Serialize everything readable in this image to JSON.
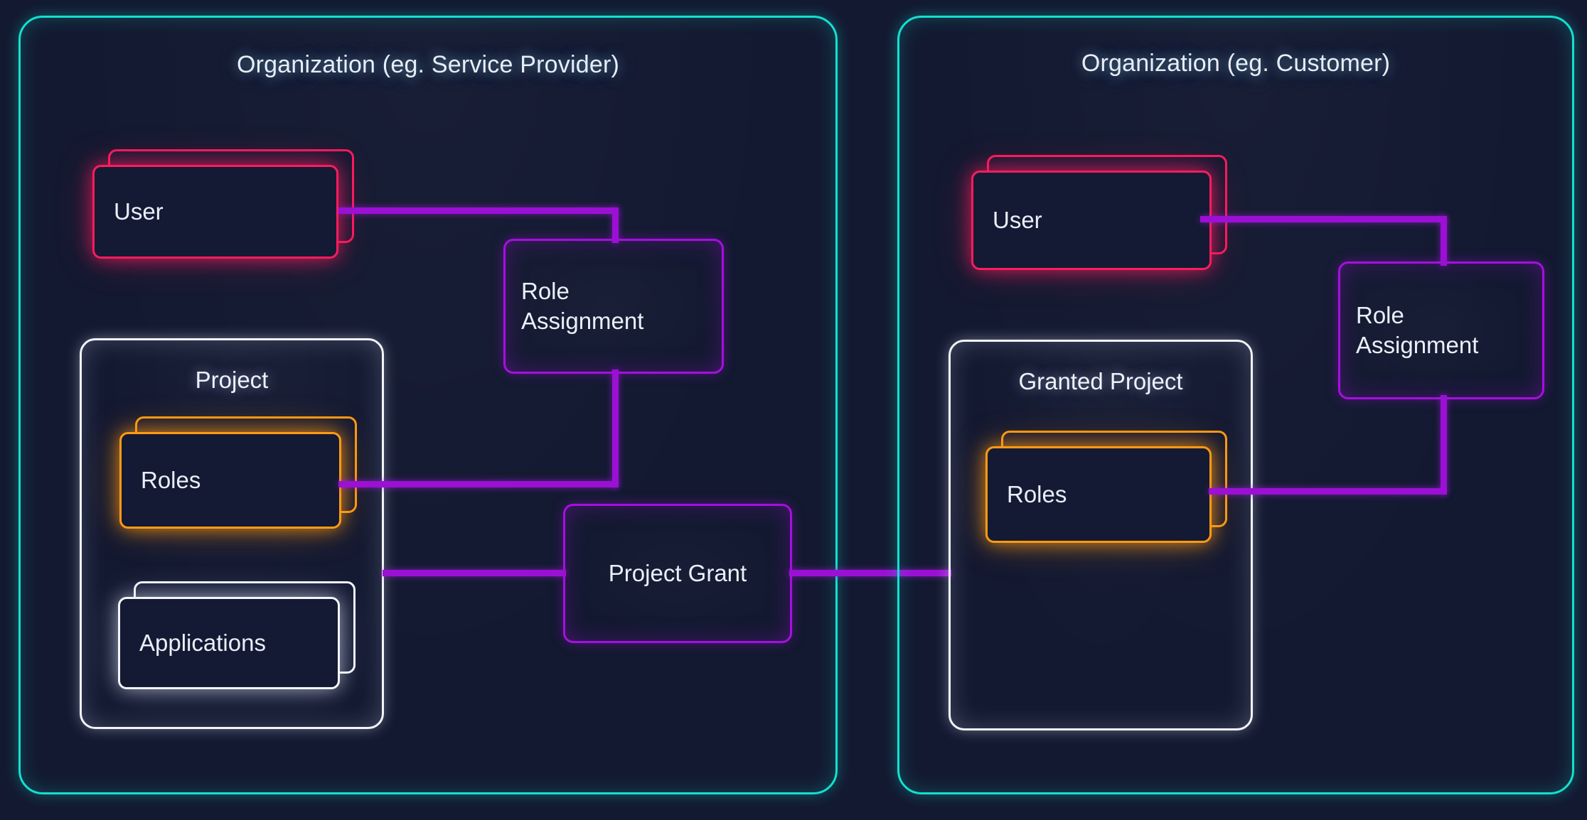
{
  "diagram": {
    "title_left": "Organization (eg. Service Provider)",
    "title_right": "Organization (eg. Customer)",
    "background_color": "#131931"
  },
  "colors": {
    "org_border": "#13e0cf",
    "user": "#fb1c5e",
    "roles": "#ff9a14",
    "applications": "#f2f4fa",
    "project": "#f2f4fa",
    "connector": "#9b10d4",
    "role_assignment": "#a60fdf",
    "project_grant": "#a60fdf",
    "text": "#e9eef8"
  },
  "left_org": {
    "title": "Organization (eg. Service Provider)",
    "user": {
      "label": "User",
      "stacked": true,
      "color": "#fb1c5e"
    },
    "project": {
      "label": "Project",
      "roles": {
        "label": "Roles",
        "stacked": true,
        "color": "#ff9a14"
      },
      "applications": {
        "label": "Applications",
        "stacked": true,
        "color": "#f2f4fa"
      }
    },
    "role_assignment": {
      "label": "Role\nAssignment",
      "color": "#a60fdf"
    }
  },
  "right_org": {
    "title": "Organization (eg. Customer)",
    "user": {
      "label": "User",
      "stacked": true,
      "color": "#fb1c5e"
    },
    "granted_project": {
      "label": "Granted Project",
      "roles": {
        "label": "Roles",
        "stacked": true,
        "color": "#ff9a14"
      }
    },
    "role_assignment": {
      "label": "Role\nAssignment",
      "color": "#a60fdf"
    }
  },
  "bridge": {
    "project_grant": {
      "label": "Project Grant",
      "color": "#a60fdf"
    }
  },
  "connections": [
    {
      "from": "left.user",
      "to": "left.role_assignment"
    },
    {
      "from": "left.role_assignment",
      "to": "left.roles"
    },
    {
      "from": "left.project",
      "to": "project_grant"
    },
    {
      "from": "project_grant",
      "to": "right.granted_project"
    },
    {
      "from": "right.user",
      "to": "right.role_assignment"
    },
    {
      "from": "right.role_assignment",
      "to": "right.roles"
    }
  ]
}
